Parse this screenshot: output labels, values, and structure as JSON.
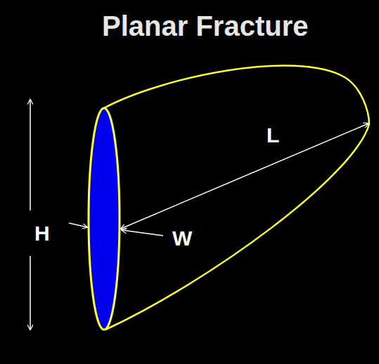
{
  "diagram": {
    "title": "Planar Fracture",
    "labels": [
      "H",
      "L",
      "W"
    ]
  }
}
